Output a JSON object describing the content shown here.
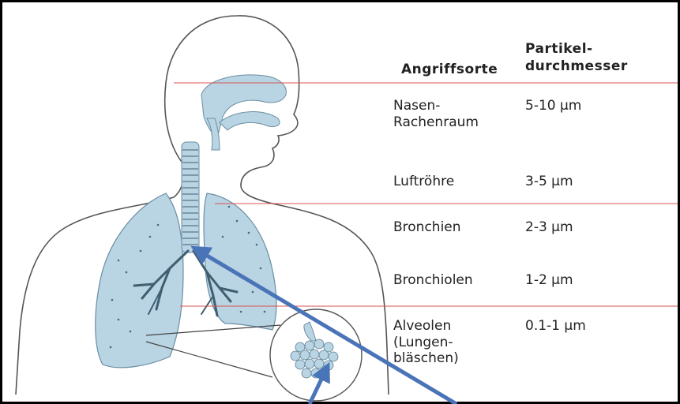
{
  "table": {
    "header_site": "Angriffsorte",
    "header_diameter": [
      "Partikel-",
      "durchmesser"
    ],
    "rows": [
      {
        "site": [
          "Nasen-",
          "Rachenraum"
        ],
        "diameter": "5-10 µm"
      },
      {
        "site": [
          "Luftröhre"
        ],
        "diameter": "3-5 µm"
      },
      {
        "site": [
          "Bronchien"
        ],
        "diameter": "2-3 µm"
      },
      {
        "site": [
          "Bronchiolen"
        ],
        "diameter": "1-2 µm"
      },
      {
        "site": [
          "Alveolen",
          "(Lungen-",
          "bläschen)"
        ],
        "diameter": "0.1-1 µm"
      }
    ]
  },
  "colors": {
    "organ_fill": "#b9d4e3",
    "organ_stroke": "#6a8ea3",
    "outline": "#444444",
    "separator": "#d9534f",
    "arrow": "#4a74b8",
    "frame": "#000000"
  }
}
